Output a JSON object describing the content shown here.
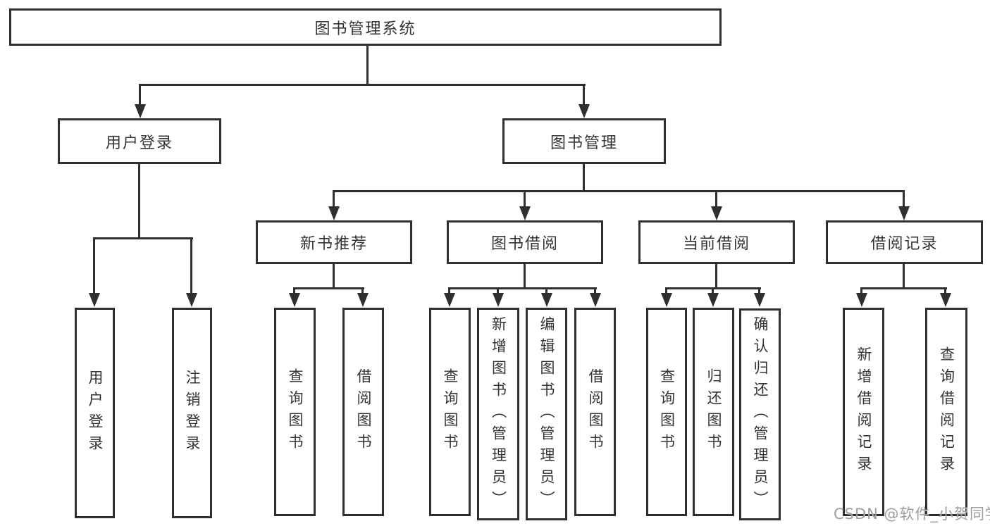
{
  "diagram": {
    "tree": {
      "label": "图书管理系统",
      "children": [
        {
          "label": "用户登录",
          "children": [
            {
              "label": "用户登录"
            },
            {
              "label": "注销登录"
            }
          ]
        },
        {
          "label": "图书管理",
          "children": [
            {
              "label": "新书推荐",
              "children": [
                {
                  "label": "查询图书"
                },
                {
                  "label": "借阅图书"
                }
              ]
            },
            {
              "label": "图书借阅",
              "children": [
                {
                  "label": "查询图书"
                },
                {
                  "label": "新增图书（管理员）"
                },
                {
                  "label": "编辑图书（管理员）"
                },
                {
                  "label": "借阅图书"
                }
              ]
            },
            {
              "label": "当前借阅",
              "children": [
                {
                  "label": "查询图书"
                },
                {
                  "label": "归还图书"
                },
                {
                  "label": "确认归还（管理员）"
                }
              ]
            },
            {
              "label": "借阅记录",
              "children": [
                {
                  "label": "新增借阅记录"
                },
                {
                  "label": "查询借阅记录"
                }
              ]
            }
          ]
        }
      ]
    }
  },
  "watermark": {
    "text": "CSDN @软件_小贺同学"
  },
  "colors": {
    "line": "#2f2f2f",
    "text": "#333333",
    "background": "#ffffff",
    "watermark": "#9e9e9e"
  }
}
